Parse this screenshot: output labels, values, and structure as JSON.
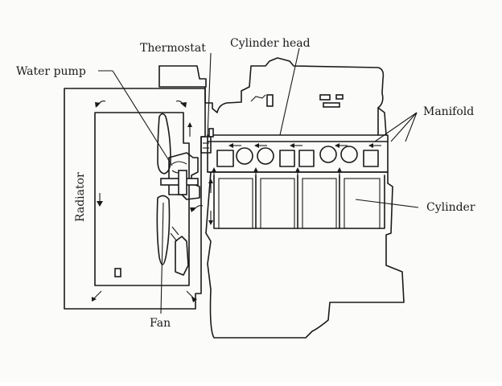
{
  "labels": {
    "thermostat": "Thermostat",
    "cylinder_head": "Cylinder head",
    "water_pump": "Water pump",
    "manifold": "Manifold",
    "radiator": "Radiator",
    "cylinder": "Cylinder",
    "fan": "Fan"
  }
}
